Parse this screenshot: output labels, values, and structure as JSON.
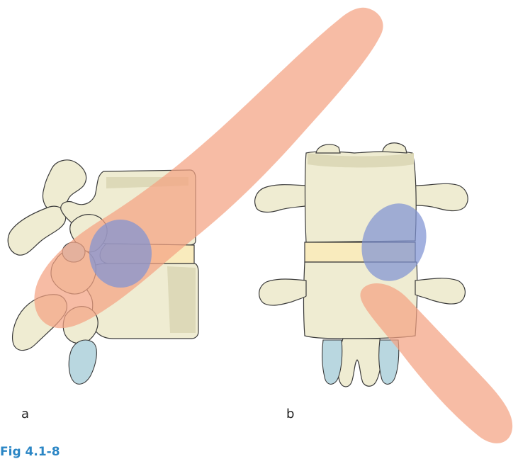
{
  "figure": {
    "caption": "Fig 4.1-8",
    "panels": [
      {
        "label": "a"
      },
      {
        "label": "b"
      }
    ]
  },
  "colors": {
    "bone": "#efecd2",
    "bone_stroke": "#3a3a3a",
    "disc": "#f9ebbd",
    "cartilage": "#b9d7e0",
    "trajectory": "#f4a282",
    "target_zone": "#7f93d3",
    "caption": "#2b86c5"
  }
}
